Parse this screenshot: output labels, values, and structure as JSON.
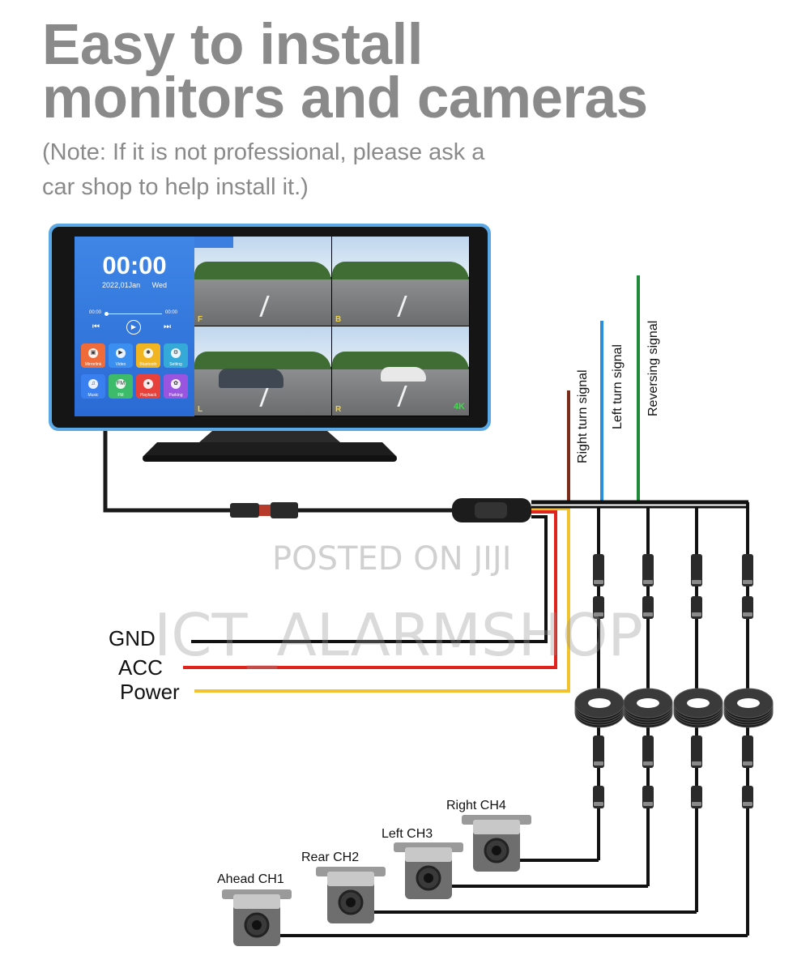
{
  "header": {
    "title_line_1": "Easy to install",
    "title_line_2": "monitors and cameras",
    "note_line_1": "(Note: If it is not professional, please ask a",
    "note_line_2": "car shop to help install it.)"
  },
  "monitor": {
    "home": {
      "time": "00:00",
      "date": "2022,01Jan",
      "weekday": "Wed",
      "elapsed": "00:00",
      "total": "00:00"
    },
    "apps": [
      {
        "label": "Mirrorlink",
        "color": "#ef6b3a",
        "glyph": "▣"
      },
      {
        "label": "Video",
        "color": "#3a8ff0",
        "glyph": "▶"
      },
      {
        "label": "Bluetooth",
        "color": "#f0b520",
        "glyph": "✱"
      },
      {
        "label": "Setting",
        "color": "#35a9d8",
        "glyph": "⚙"
      },
      {
        "label": "Music",
        "color": "#3a7ff0",
        "glyph": "♫"
      },
      {
        "label": "FM",
        "color": "#3dbb6a",
        "glyph": "FM"
      },
      {
        "label": "Playback",
        "color": "#e8413c",
        "glyph": "●"
      },
      {
        "label": "Parking",
        "color": "#9a55e0",
        "glyph": "✿"
      }
    ],
    "camera_views": [
      {
        "tag": "F"
      },
      {
        "tag": "B"
      },
      {
        "tag": "L"
      },
      {
        "tag": "R"
      }
    ],
    "resolution_badge": "4K"
  },
  "power_wires": {
    "gnd": {
      "label": "GND",
      "color": "#111111"
    },
    "acc": {
      "label": "ACC",
      "color": "#e0241d"
    },
    "power": {
      "label": "Power",
      "color": "#f2c12e"
    }
  },
  "signal_wires": {
    "right_turn": {
      "label": "Right turn signal",
      "color": "#7a2b1a"
    },
    "left_turn": {
      "label": "Left turn signal",
      "color": "#2a8fd8"
    },
    "reversing": {
      "label": "Reversing signal",
      "color": "#1f8a3a"
    }
  },
  "cameras": [
    {
      "label": "Ahead CH1"
    },
    {
      "label": "Rear CH2"
    },
    {
      "label": "Left CH3"
    },
    {
      "label": "Right CH4"
    }
  ],
  "watermarks": {
    "line_1": "POSTED ON JIJI",
    "line_2": "ICT_ALARMSHOP"
  }
}
